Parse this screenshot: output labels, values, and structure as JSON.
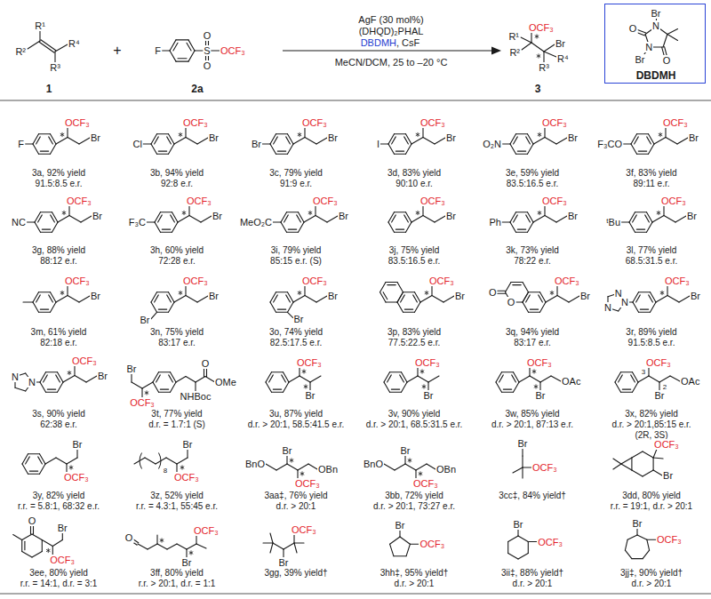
{
  "diagram": {
    "nodes": [
      {
        "text": [
          "Br",
          "N",
          "O",
          "N",
          "Br",
          "O",
          "DBDMH"
        ]
      }
    ],
    "labels": [
      "R¹",
      "R²",
      "R⁴",
      "R³",
      "1",
      "+",
      "F",
      "O",
      "S",
      "O",
      "OCF₃",
      "2a",
      "AgF (30 mol%)",
      "(DHQD)₂PHAL",
      "DBDMH",
      ", CsF",
      "MeCN/DCM, 25 to –20 °C",
      "OCF₃",
      "R¹",
      "Br",
      "R²",
      "R⁴",
      "R³",
      "3",
      "F",
      "OCF₃",
      "Br",
      "3a, 92% yield",
      "91.5:8.5 e.r.",
      "Cl",
      "OCF₃",
      "Br",
      "3b, 94% yield",
      "92:8 e.r.",
      "Br",
      "OCF₃",
      "Br",
      "3c, 79% yield",
      "91:9 e.r.",
      "I",
      "OCF₃",
      "Br",
      "3d, 83% yield",
      "90:10 e.r.",
      "O₂N",
      "OCF₃",
      "Br",
      "3e, 59% yield",
      "83.5:16.5 e.r.",
      "F₃CO",
      "OCF₃",
      "Br",
      "3f, 83% yield",
      "89:11 e.r.",
      "NC",
      "OCF₃",
      "Br",
      "3g, 88% yield",
      "88:12 e.r.",
      "F₃C",
      "OCF₃",
      "Br",
      "3h, 60% yield",
      "72:28 e.r.",
      "MeO₂C",
      "OCF₃",
      "Br",
      "3i, 79% yield",
      "85:15 e.r. (S)",
      "OCF₃",
      "Br",
      "3j, 75% yield",
      "83.5:16.5 e.r.",
      "Ph",
      "OCF₃",
      "Br",
      "3k, 73% yield",
      "78:22 e.r.",
      "ᵗBu",
      "OCF₃",
      "Br",
      "3l, 77% yield",
      "68.5:31.5 e.r.",
      "OCF₃",
      "Br",
      "3m, 61% yield",
      "82:18 e.r.",
      "Br",
      "OCF₃",
      "Br",
      "3n, 75% yield",
      "83:17 e.r.",
      "Br",
      "OCF₃",
      "Br",
      "3o, 74% yield",
      "82.5:17.5 e.r.",
      "OCF₃",
      "Br",
      "3p, 83% yield",
      "77.5:22.5 e.r.",
      "O",
      "O",
      "OCF₃",
      "Br",
      "3q, 94% yield",
      "83:17 e.r.",
      "N",
      "N",
      "N",
      "OCF₃",
      "Br",
      "3r, 89% yield",
      "91.5:8.5 e.r.",
      "N",
      "N",
      "OCF₃",
      "Br",
      "3s, 90% yield",
      "62:38 e.r.",
      "Br",
      "O",
      "OMe",
      "NHBoc",
      "OCF₃",
      "3t, 77% yield",
      "d.r. = 1.7:1 (S)",
      "OCF₃",
      "Br",
      "3u, 87% yield",
      "d.r. > 20:1, 58.5:41.5 e.r.",
      "OCF₃",
      "Br",
      "3v, 90% yield",
      "d.r. > 20:1, 68.5:31.5 e.r.",
      "OCF₃",
      "Br",
      "OAc",
      "3w, 85% yield",
      "d.r. > 20:1, 87:13 e.r.",
      "OCF₃",
      "3",
      "2",
      "Br",
      "OAc",
      "3x, 82% yield",
      "d.r. > 20:1,85:15 e.r.",
      "(2R, 3S)",
      "Br",
      "OCF₃",
      "3y, 82% yield",
      "r.r. = 5.8:1, 68:32 e.r.",
      "8",
      "Br",
      "OCF₃",
      "3z, 52% yield",
      "r.r. = 4.3:1, 55:45 e.r.",
      "Br",
      "BnO",
      "OBn",
      "OCF₃",
      "3aa‡, 76% yield",
      "d.r. > 20:1",
      "Br",
      "BnO",
      "OBn",
      "OCF₃",
      "3bb, 72% yield",
      "d.r. > 20:1, 73:27 e.r.",
      "Br",
      "OCF₃",
      "3cc‡, 84% yield†",
      "OCF₃",
      "Br",
      "3dd, 80% yield",
      "r.r. = 19:1, d.r. > 20:1",
      "O",
      "Br",
      "OCF₃",
      "3ee, 80% yield",
      "r.r. = 14:1, d.r. = 3:1",
      "O",
      "OCF₃",
      "Br",
      "3ff, 80% yield",
      "r.r. > 20:1, d.r. = 1:1",
      "OCF₃",
      "Br",
      "3gg, 39% yield†",
      "Br",
      "OCF₃",
      "3hh‡, 95% yield†",
      "d.r. > 20:1",
      "Br",
      "OCF₃",
      "3ii‡, 88% yield†",
      "d.r. > 20:1",
      "Br",
      "OCF₃",
      "3jj‡, 90% yield†",
      "d.r. > 20:1"
    ]
  }
}
